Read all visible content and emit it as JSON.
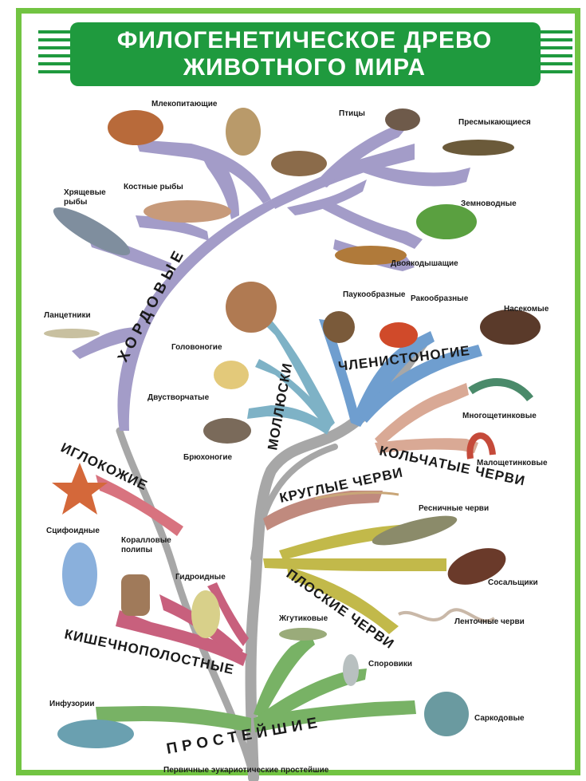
{
  "title": {
    "line1": "ФИЛОГЕНЕТИЧЕСКОЕ ДРЕВО",
    "line2": "ЖИВОТНОГО МИРА"
  },
  "phyla": {
    "chordates": "ХОРДОВЫЕ",
    "mollusks": "МОЛЛЮСКИ",
    "arthropods": "ЧЛЕНИСТОНОГИЕ",
    "annelids": "КОЛЬЧАТЫЕ ЧЕРВИ",
    "echinoderms": "ИГЛОКОЖИЕ",
    "roundworms": "КРУГЛЫЕ ЧЕРВИ",
    "flatworms": "ПЛОСКИЕ ЧЕРВИ",
    "cnidarians": "КИШЕЧНОПОЛОСТНЫЕ",
    "protozoa": "ПРОСТЕЙШИЕ"
  },
  "classes": {
    "mammals": "Млекопитающие",
    "birds": "Птицы",
    "reptiles": "Пресмыкающиеся",
    "bony_fish": "Костные рыбы",
    "cartilaginous_fish": [
      "Хрящевые",
      "рыбы"
    ],
    "amphibians": "Земноводные",
    "lungfish": "Двоякодышащие",
    "lancelets": "Ланцетники",
    "arachnids": "Паукообразные",
    "crustaceans": "Ракообразные",
    "insects": "Насекомые",
    "cephalopods": "Головоногие",
    "bivalves": "Двустворчатые",
    "gastropods": "Брюхоногие",
    "polychaetes": "Многощетинковые",
    "oligochaetes": "Малощетинковые",
    "ciliated_worms": "Ресничные черви",
    "flukes": "Сосальщики",
    "tapeworms": "Ленточные черви",
    "scyphozoa": "Сцифоидные",
    "corals": [
      "Коралловые",
      "полипы"
    ],
    "hydrozoa": "Гидроидные",
    "flagellates": "Жгутиковые",
    "sporozoa": "Споровики",
    "ciliates": "Инфузории",
    "sarcodina": "Саркодовые"
  },
  "footer": "Первичные эукариотические простейшие",
  "colors": {
    "frame": "#72c442",
    "banner": "#1f9a3e",
    "trunk": "#a7a7a7",
    "chordates": "#a39cc8",
    "mollusks": "#7eb2c6",
    "arthropods": "#6f9ecf",
    "annelids": "#d9a995",
    "echinoderms": "#d8737f",
    "roundworms": "#c08a7e",
    "flatworms": "#c2b94a",
    "cnidarians": "#c8607d",
    "protozoa": "#78b265"
  }
}
